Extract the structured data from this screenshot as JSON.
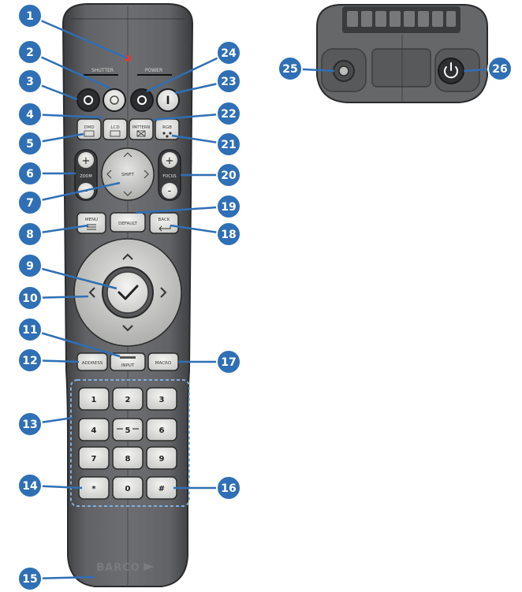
{
  "remote": {
    "brand": "BARCO",
    "top_labels": {
      "shutter": "SHUTTER",
      "power": "POWER"
    },
    "keys": {
      "dmd": "DMD",
      "lcd": "LCD",
      "pattern": "PATTERN",
      "rgb": "RGB",
      "zoom": "ZOOM",
      "shift": "SHIFT",
      "focus": "FOCUS",
      "menu": "MENU",
      "default": "DEFAULT",
      "back": "BACK",
      "address": "ADDRESS",
      "input": "INPUT",
      "macro": "MACRO",
      "plus": "+",
      "minus": "-",
      "shutter_close": "",
      "shutter_open": "",
      "standby": "",
      "on": "I"
    },
    "numpad": [
      "1",
      "2",
      "3",
      "4",
      "5",
      "6",
      "7",
      "8",
      "9",
      "*",
      "0",
      "#"
    ]
  },
  "callouts": [
    "1",
    "2",
    "3",
    "4",
    "5",
    "6",
    "7",
    "8",
    "9",
    "10",
    "11",
    "12",
    "13",
    "14",
    "15",
    "16",
    "17",
    "18",
    "19",
    "20",
    "21",
    "22",
    "23",
    "24",
    "25",
    "26"
  ],
  "colors": {
    "callout_fill": "#2f6fb5",
    "callout_stroke": "#ffffff",
    "body": "#5f6062",
    "body_dark": "#414244",
    "key": "#e6e6e4",
    "dash_outline": "#7fb0e0",
    "indicator": "#e23a2e"
  }
}
